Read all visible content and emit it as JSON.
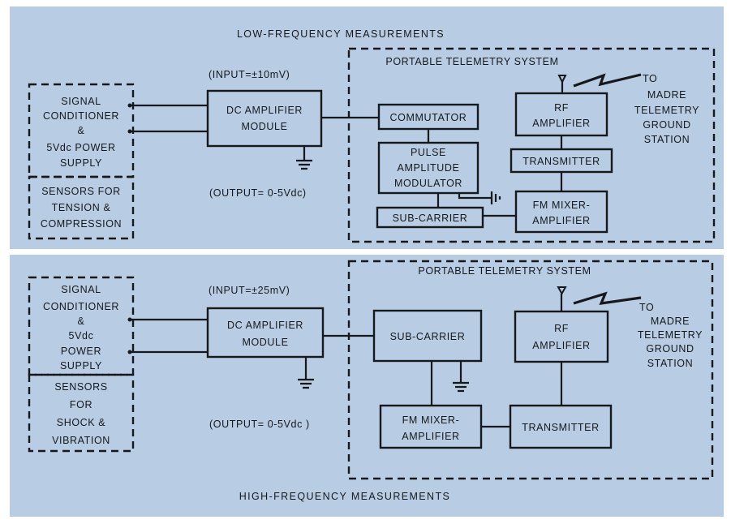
{
  "diagram": {
    "top": {
      "title": "LOW-FREQUENCY MEASUREMENTS",
      "input": "(INPUT=±10mV)",
      "output": "(OUTPUT= 0-5Vdc)",
      "conditioner": [
        "SIGNAL",
        "CONDITIONER",
        "&",
        "5Vdc POWER",
        "SUPPLY"
      ],
      "sensors": [
        "SENSORS FOR",
        "TENSION &",
        "COMPRESSION"
      ],
      "dc_amp": [
        "DC AMPLIFIER",
        "MODULE"
      ],
      "system_title": "PORTABLE TELEMETRY SYSTEM",
      "commutator": "COMMUTATOR",
      "pam": [
        "PULSE",
        "AMPLITUDE",
        "MODULATOR"
      ],
      "subcarrier": "SUB-CARRIER",
      "rf_amp": [
        "RF",
        "AMPLIFIER"
      ],
      "transmitter": "TRANSMITTER",
      "fm_mixer": [
        "FM MIXER-",
        "AMPLIFIER"
      ],
      "destination": [
        "TO",
        "MADRE",
        "TELEMETRY",
        "GROUND",
        "STATION"
      ]
    },
    "bottom": {
      "title": "HIGH-FREQUENCY MEASUREMENTS",
      "input": "(INPUT=±25mV)",
      "output": "(OUTPUT= 0-5Vdc )",
      "conditioner": [
        "SIGNAL",
        "CONDITIONER",
        "&",
        "5Vdc",
        "POWER",
        "SUPPLY"
      ],
      "sensors": [
        "SENSORS",
        "FOR",
        "SHOCK &",
        "VIBRATION"
      ],
      "dc_amp": [
        "DC AMPLIFIER",
        "MODULE"
      ],
      "system_title": "PORTABLE TELEMETRY SYSTEM",
      "subcarrier": "SUB-CARRIER",
      "rf_amp": [
        "RF",
        "AMPLIFIER"
      ],
      "fm_mixer": [
        "FM MIXER-",
        "AMPLIFIER"
      ],
      "transmitter": "TRANSMITTER",
      "destination": [
        "TO",
        "MADRE",
        "TELEMETRY",
        "GROUND",
        "STATION"
      ]
    }
  }
}
